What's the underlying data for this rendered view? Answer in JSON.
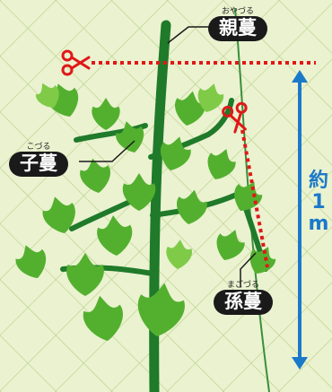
{
  "labels": {
    "oya": {
      "ruby": "おやづる",
      "text": "親蔓"
    },
    "ko": {
      "ruby": "こづる",
      "text": "子蔓"
    },
    "mago": {
      "ruby": "まごづる",
      "text": "孫蔓"
    }
  },
  "length_label": {
    "line1": "約",
    "line2": "1",
    "line3": "m"
  },
  "colors": {
    "background": "#eaf2d0",
    "net": "#b9cf86",
    "main_vine": "#1f7a2a",
    "leaf": "#53b02f",
    "leaf_light": "#7fcb48",
    "cut_line": "#e01818",
    "arrow": "#1b79c9"
  },
  "icons": [
    "scissors-icon",
    "scissors-icon"
  ]
}
